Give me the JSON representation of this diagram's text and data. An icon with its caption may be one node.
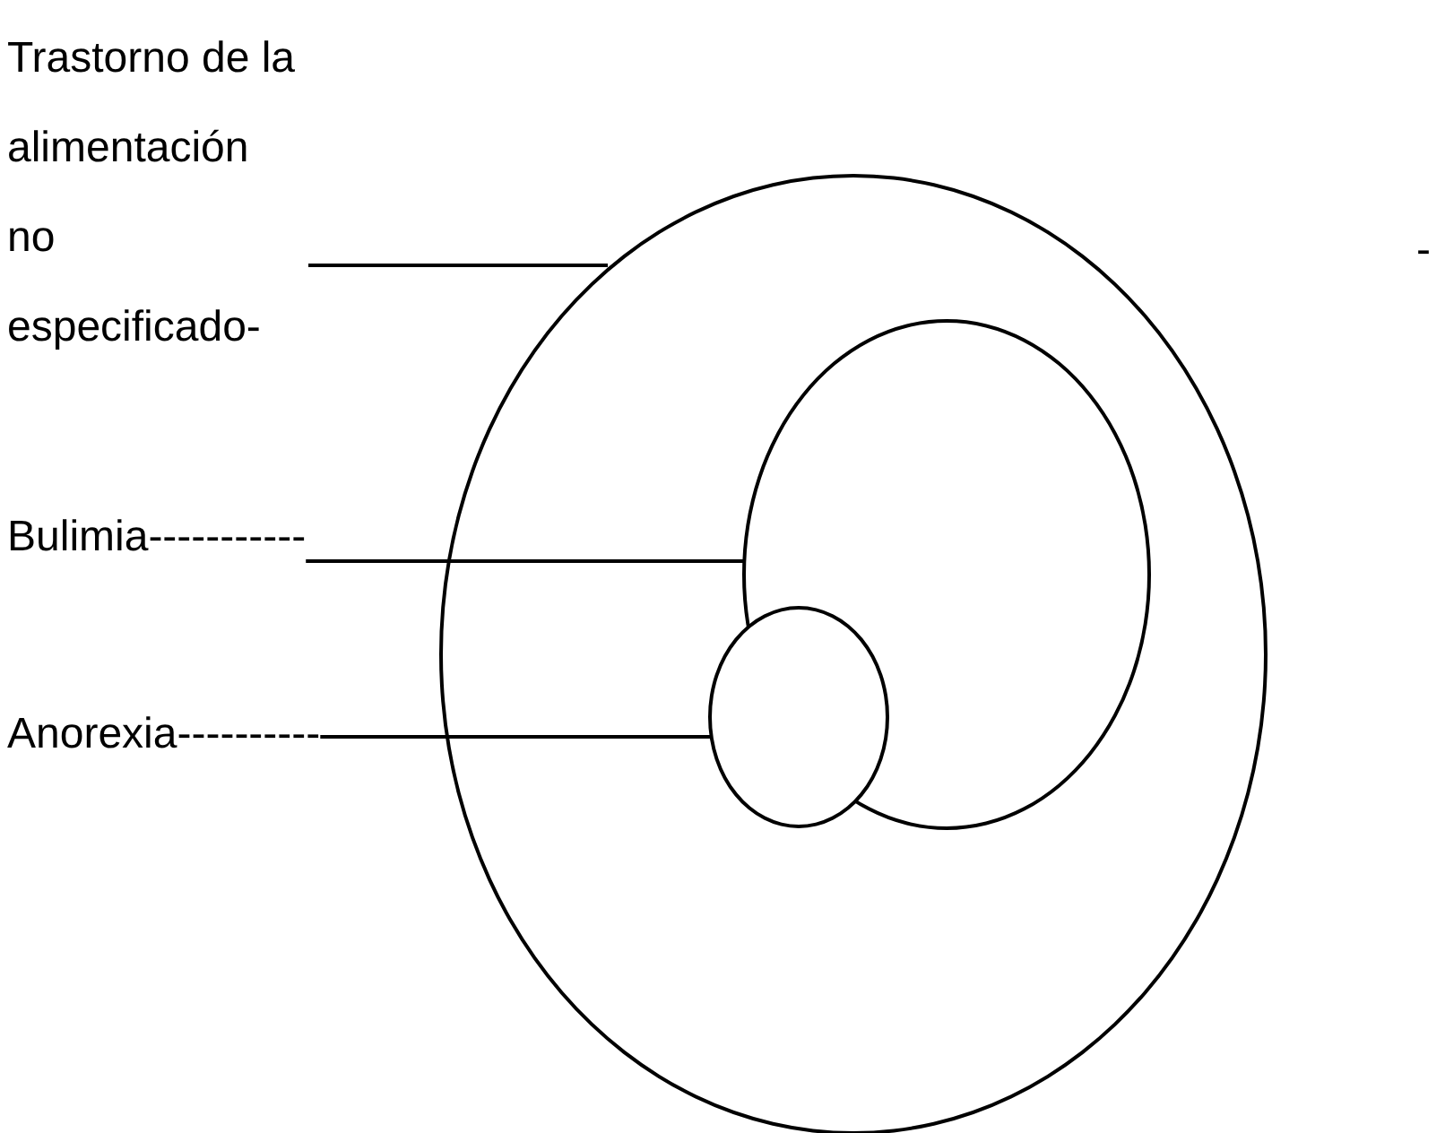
{
  "diagram": {
    "nodes": [
      {
        "text": [
          "Trastorno de la alimentación no especificado-"
        ]
      },
      {
        "text": [
          "Bulimia-----------"
        ]
      },
      {
        "text": [
          "Anorexia----------"
        ]
      },
      {
        "text": [],
        "shape": "ellipse"
      },
      {
        "text": [],
        "shape": "ellipse",
        "in": 3
      },
      {
        "text": [],
        "shape": "ellipse",
        "in": 3
      }
    ],
    "edges": [
      {
        "from": 0,
        "to": 3,
        "arrow": "none"
      },
      {
        "from": 1,
        "to": 4,
        "arrow": "none"
      },
      {
        "from": 2,
        "to": 5,
        "arrow": "none"
      }
    ],
    "labels": [
      "-"
    ]
  }
}
